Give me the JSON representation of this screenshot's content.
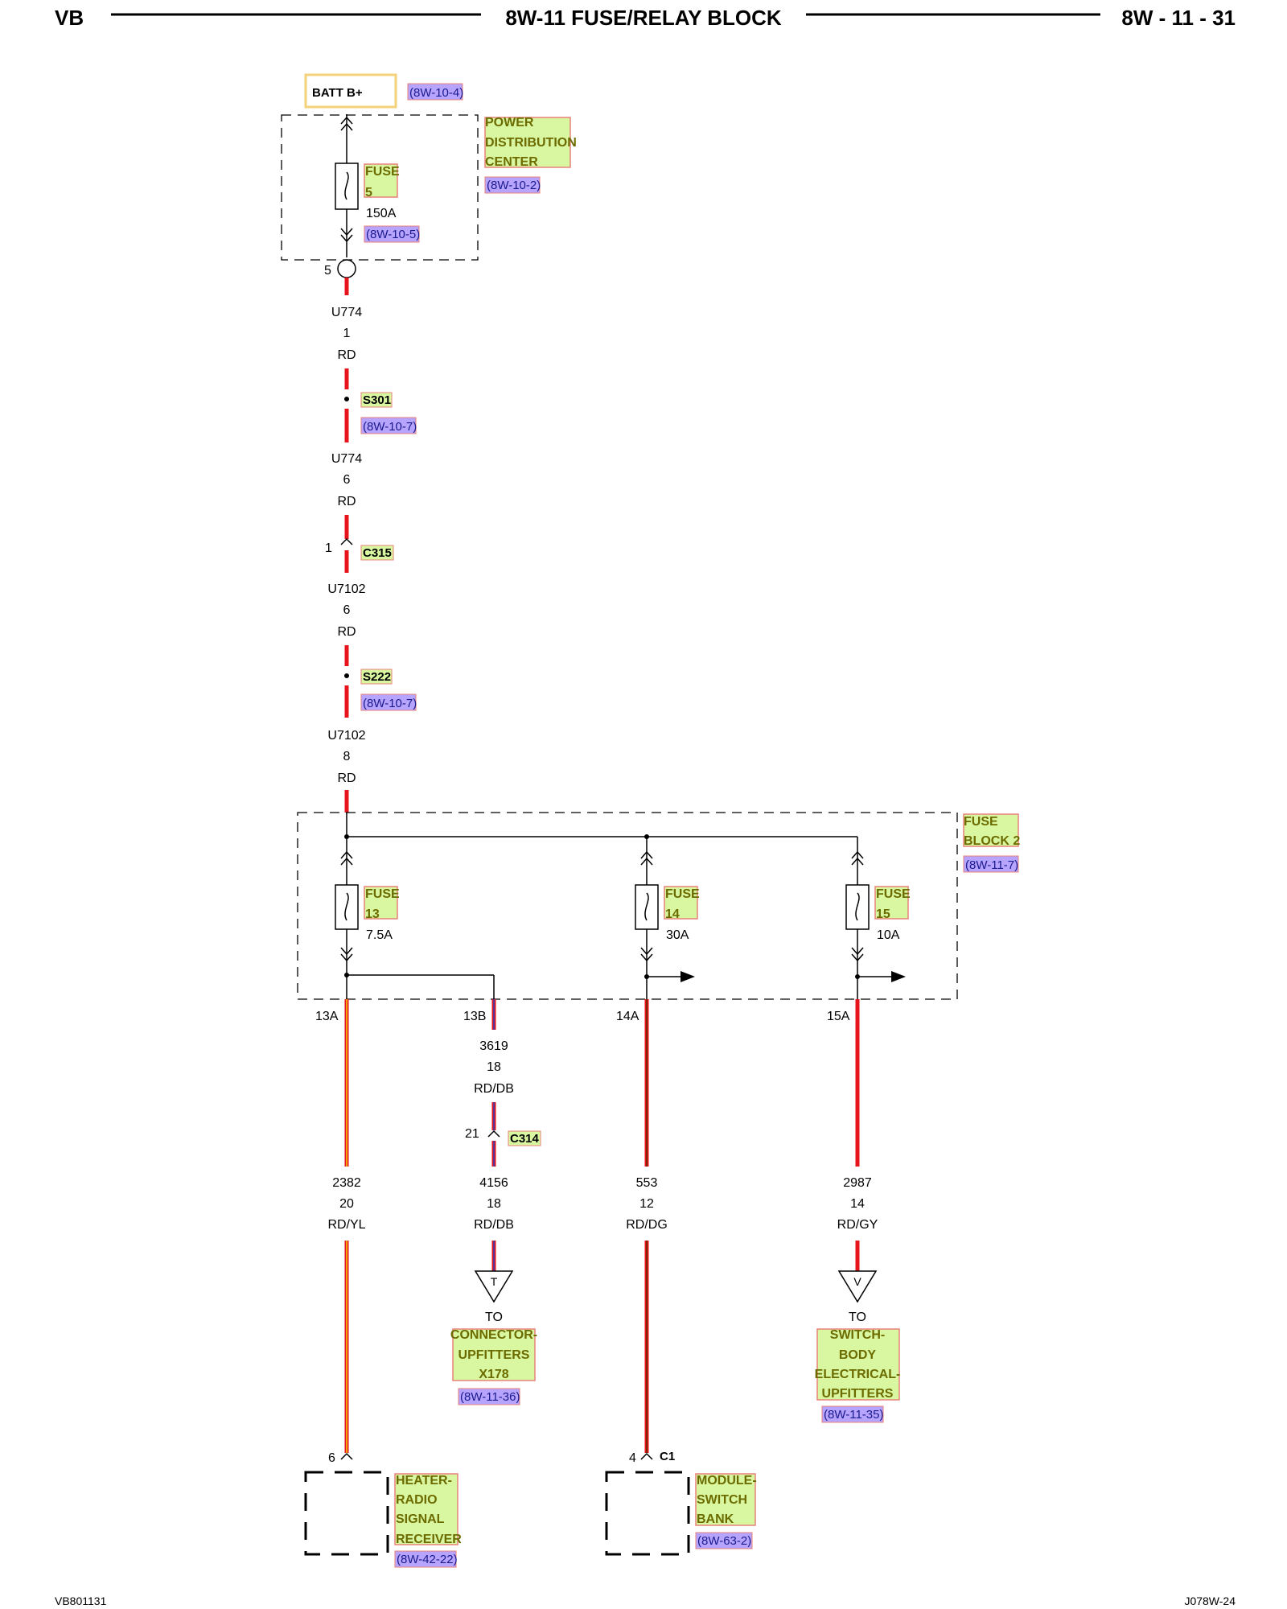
{
  "header": {
    "left": "VB",
    "title": "8W-11 FUSE/RELAY BLOCK",
    "right": "8W - 11 - 31"
  },
  "footer": {
    "left": "VB801131",
    "right": "J078W-24"
  },
  "source": {
    "label": "BATT B+",
    "ref": "(8W-10-4)"
  },
  "pdc": {
    "name_lines": [
      "POWER",
      "DISTRIBUTION",
      "CENTER"
    ],
    "ref": "(8W-10-2)",
    "fuse_label_lines": [
      "FUSE",
      "5"
    ],
    "rating": "150A",
    "fuse_ref": "(8W-10-5)",
    "pin": "5"
  },
  "trunk_wires": [
    {
      "circuit": "U774",
      "gauge": "1",
      "color": "RD"
    },
    {
      "circuit": "U774",
      "gauge": "6",
      "color": "RD"
    },
    {
      "circuit": "U7102",
      "gauge": "6",
      "color": "RD"
    },
    {
      "circuit": "U7102",
      "gauge": "8",
      "color": "RD"
    }
  ],
  "splices": [
    {
      "name": "S301",
      "ref": "(8W-10-7)"
    },
    {
      "name": "S222",
      "ref": "(8W-10-7)"
    }
  ],
  "connector_c315": {
    "name": "C315",
    "pin": "1"
  },
  "fuse_block_2": {
    "name_lines": [
      "FUSE",
      "BLOCK 2"
    ],
    "ref": "(8W-11-7)",
    "fuses": [
      {
        "label_lines": [
          "FUSE",
          "13"
        ],
        "rating": "7.5A"
      },
      {
        "label_lines": [
          "FUSE",
          "14"
        ],
        "rating": "30A"
      },
      {
        "label_lines": [
          "FUSE",
          "15"
        ],
        "rating": "10A"
      }
    ],
    "outputs": [
      "13A",
      "13B",
      "14A",
      "15A"
    ]
  },
  "branch_13b_upper": {
    "circuit": "3619",
    "gauge": "18",
    "color": "RD/DB"
  },
  "connector_c314": {
    "name": "C314",
    "pin": "21"
  },
  "lower_wires": [
    {
      "circuit": "2382",
      "gauge": "20",
      "color": "RD/YL"
    },
    {
      "circuit": "4156",
      "gauge": "18",
      "color": "RD/DB"
    },
    {
      "circuit": "553",
      "gauge": "12",
      "color": "RD/DG"
    },
    {
      "circuit": "2987",
      "gauge": "14",
      "color": "RD/GY"
    }
  ],
  "offpage": [
    {
      "letter": "T",
      "to": "TO",
      "dest_lines": [
        "CONNECTOR-",
        "UPFITTERS",
        "X178"
      ],
      "ref": "(8W-11-36)"
    },
    {
      "letter": "V",
      "to": "TO",
      "dest_lines": [
        "SWITCH-",
        "BODY",
        "ELECTRICAL-",
        "UPFITTERS"
      ],
      "ref": "(8W-11-35)"
    }
  ],
  "components": [
    {
      "pin": "6",
      "connector": "",
      "name_lines": [
        "HEATER-",
        "RADIO",
        "SIGNAL",
        "RECEIVER"
      ],
      "ref": "(8W-42-22)"
    },
    {
      "pin": "4",
      "connector": "C1",
      "name_lines": [
        "MODULE-",
        "SWITCH",
        "BANK"
      ],
      "ref": "(8W-63-2)"
    }
  ],
  "colors": {
    "wire_red": "#e8141c",
    "wire_stripe_dark": "#5a2a00",
    "wire_stripe_blue": "#2a3fbf",
    "wire_stripe_yellow": "#f2d200",
    "highlight_green": "#d9f7a0",
    "highlight_border": "#e8827a",
    "ref_purple": "#b7a4ff",
    "batt_box": "#f3d27a"
  }
}
